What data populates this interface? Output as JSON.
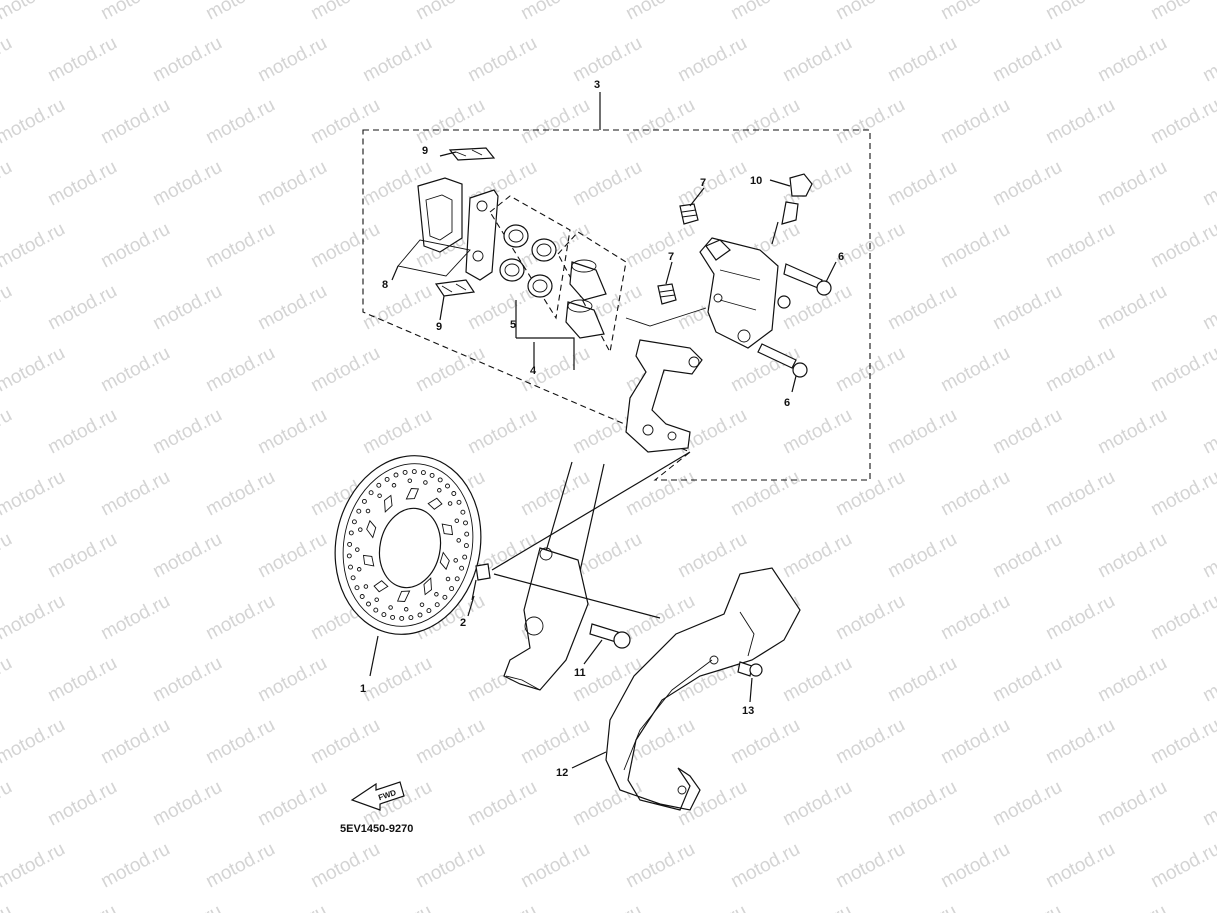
{
  "watermark": "motod.ru",
  "diagram_code": "5EV1450-9270",
  "fwd_label": "FWD",
  "callouts": {
    "c1": "1",
    "c2": "2",
    "c3": "3",
    "c4": "4",
    "c5": "5",
    "c6a": "6",
    "c6b": "6",
    "c7a": "7",
    "c7b": "7",
    "c8": "8",
    "c9a": "9",
    "c9b": "9",
    "c10": "10",
    "c11": "11",
    "c12": "12",
    "c13": "13"
  },
  "parts": [
    {
      "ref": "1",
      "name": "brake-disc"
    },
    {
      "ref": "2",
      "name": "disc-bolt"
    },
    {
      "ref": "3",
      "name": "caliper-assembly"
    },
    {
      "ref": "4",
      "name": "caliper-seal-kit"
    },
    {
      "ref": "5",
      "name": "piston-seal"
    },
    {
      "ref": "6",
      "name": "caliper-bolt"
    },
    {
      "ref": "7",
      "name": "boot"
    },
    {
      "ref": "8",
      "name": "brake-pad-kit"
    },
    {
      "ref": "9",
      "name": "pad-support"
    },
    {
      "ref": "10",
      "name": "bleed-screw"
    },
    {
      "ref": "11",
      "name": "bolt"
    },
    {
      "ref": "12",
      "name": "disc-cover"
    },
    {
      "ref": "13",
      "name": "cover-bolt"
    }
  ]
}
